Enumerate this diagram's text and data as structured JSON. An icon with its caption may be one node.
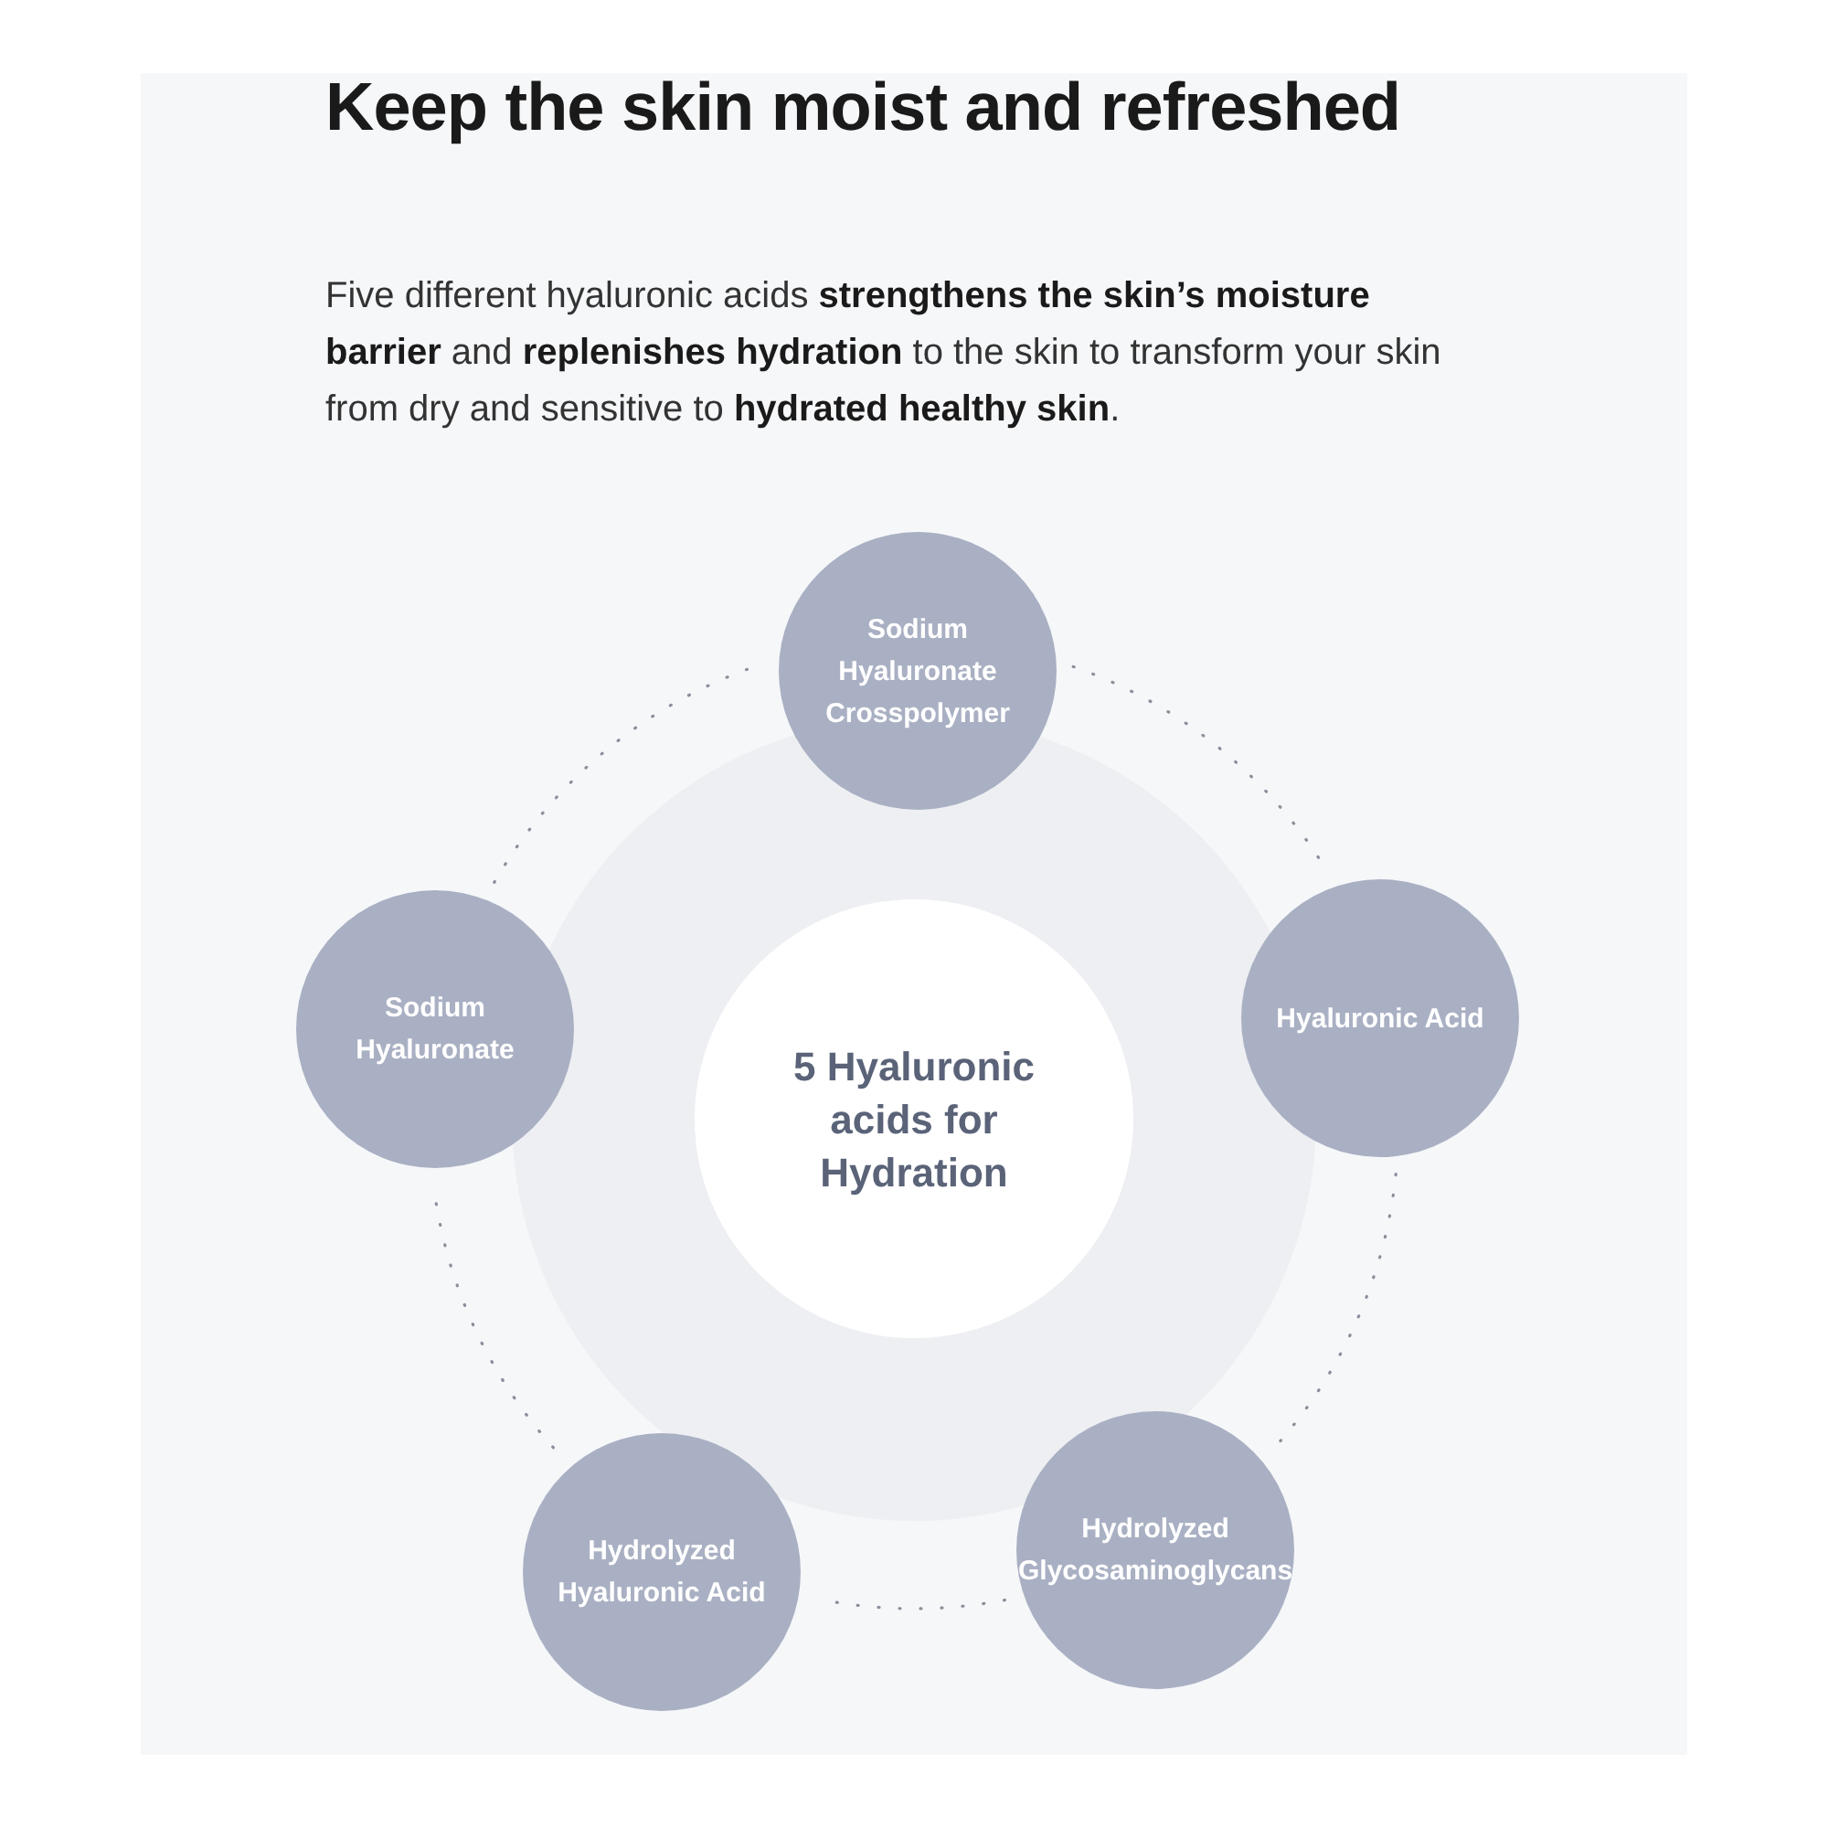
{
  "diagram": {
    "title": "Keep the skin moist and refreshed",
    "nodes": [
      {
        "text": [
          "Sodium Hyaluronate Crosspolymer"
        ]
      },
      {
        "text": [
          "Sodium Hyaluronate"
        ]
      },
      {
        "text": [
          "5 Hyaluronic acids for Hydration"
        ]
      },
      {
        "text": [
          "Hyaluronic Acid"
        ]
      },
      {
        "text": [
          "Hydrolyzed Hyaluronic Acid"
        ]
      },
      {
        "text": [
          "Hydrolyzed Glycosaminoglycans"
        ]
      }
    ],
    "edges": [
      {
        "from": 0,
        "to": 3,
        "arrow": "none",
        "style": "dashed"
      },
      {
        "from": 3,
        "to": 5,
        "arrow": "none",
        "style": "dashed"
      },
      {
        "from": 5,
        "to": 4,
        "arrow": "none",
        "style": "dashed"
      },
      {
        "from": 4,
        "to": 1,
        "arrow": "none",
        "style": "dashed"
      },
      {
        "from": 1,
        "to": 0,
        "arrow": "none",
        "style": "dashed"
      }
    ],
    "labels": [
      "Five different hyaluronic acids **strengthens the skin’s moisture barrier** and **replenishes hydration** to the skin to transform your skin from dry and sensitive to **hydrated healthy skin**."
    ]
  }
}
